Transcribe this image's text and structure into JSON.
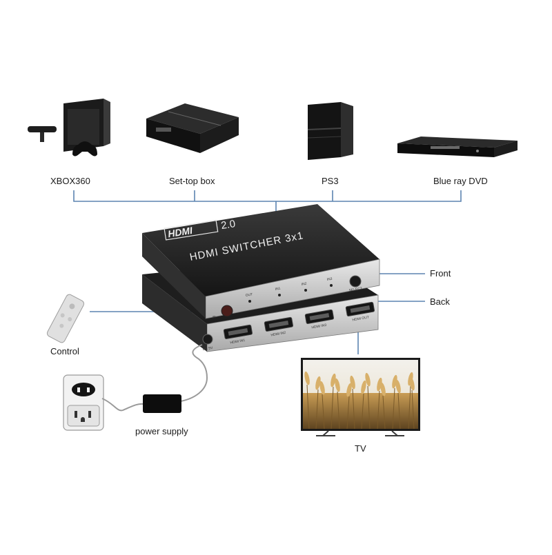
{
  "sources": [
    {
      "id": "xbox",
      "label": "XBOX360",
      "icon": "game-console-icon"
    },
    {
      "id": "stb",
      "label": "Set-top box",
      "icon": "set-top-box-icon"
    },
    {
      "id": "ps3",
      "label": "PS3",
      "icon": "game-console-icon"
    },
    {
      "id": "bluray",
      "label": "Blue ray DVD",
      "icon": "disc-player-icon"
    }
  ],
  "device": {
    "brand": "HDMI",
    "version": "2.0",
    "title": "HDMI SWITCHER 3x1",
    "front_label": "Front",
    "back_label": "Back",
    "front_leds": [
      "OUT",
      "IN1",
      "IN2",
      "IN3"
    ],
    "select_label": "SELECT",
    "ir_label": "IR",
    "back_ports": [
      "HDMI IN1",
      "HDMI IN2",
      "HDMI IN3",
      "HDMI OUT"
    ],
    "dc_label": "DC 5V"
  },
  "control_label": "Control",
  "power_label": "power supply",
  "tv_label": "TV",
  "colors": {
    "connector_line": "#5b84b1",
    "device_body": "#262626",
    "device_panel": "#cfcfcf",
    "wheat": "#c9a25e"
  }
}
